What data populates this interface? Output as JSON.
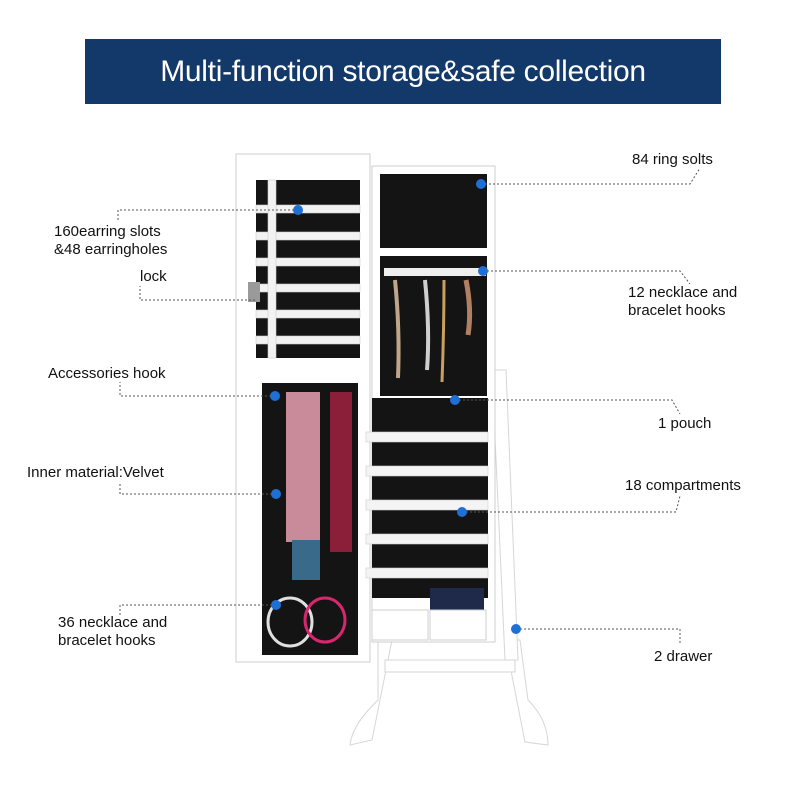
{
  "banner": {
    "title": "Multi-function storage&safe collection"
  },
  "callouts": {
    "ring_slots": "84 ring solts",
    "earring_slots_line1": "160earring slots",
    "earring_slots_line2": "&48 earringholes",
    "lock": "lock",
    "necklace_hooks_right_line1": "12 necklace and",
    "necklace_hooks_right_line2": "bracelet hooks",
    "accessories_hook": "Accessories hook",
    "pouch": "1 pouch",
    "inner_material": "Inner material:Velvet",
    "compartments": "18 compartments",
    "necklace_hooks_left_line1": "36 necklace and",
    "necklace_hooks_left_line2": "bracelet hooks",
    "drawer": "2 drawer"
  },
  "colors": {
    "banner": "#13386a",
    "marker": "#1e6fd6",
    "velvet": "#141414",
    "cabinet": "#ffffff"
  }
}
